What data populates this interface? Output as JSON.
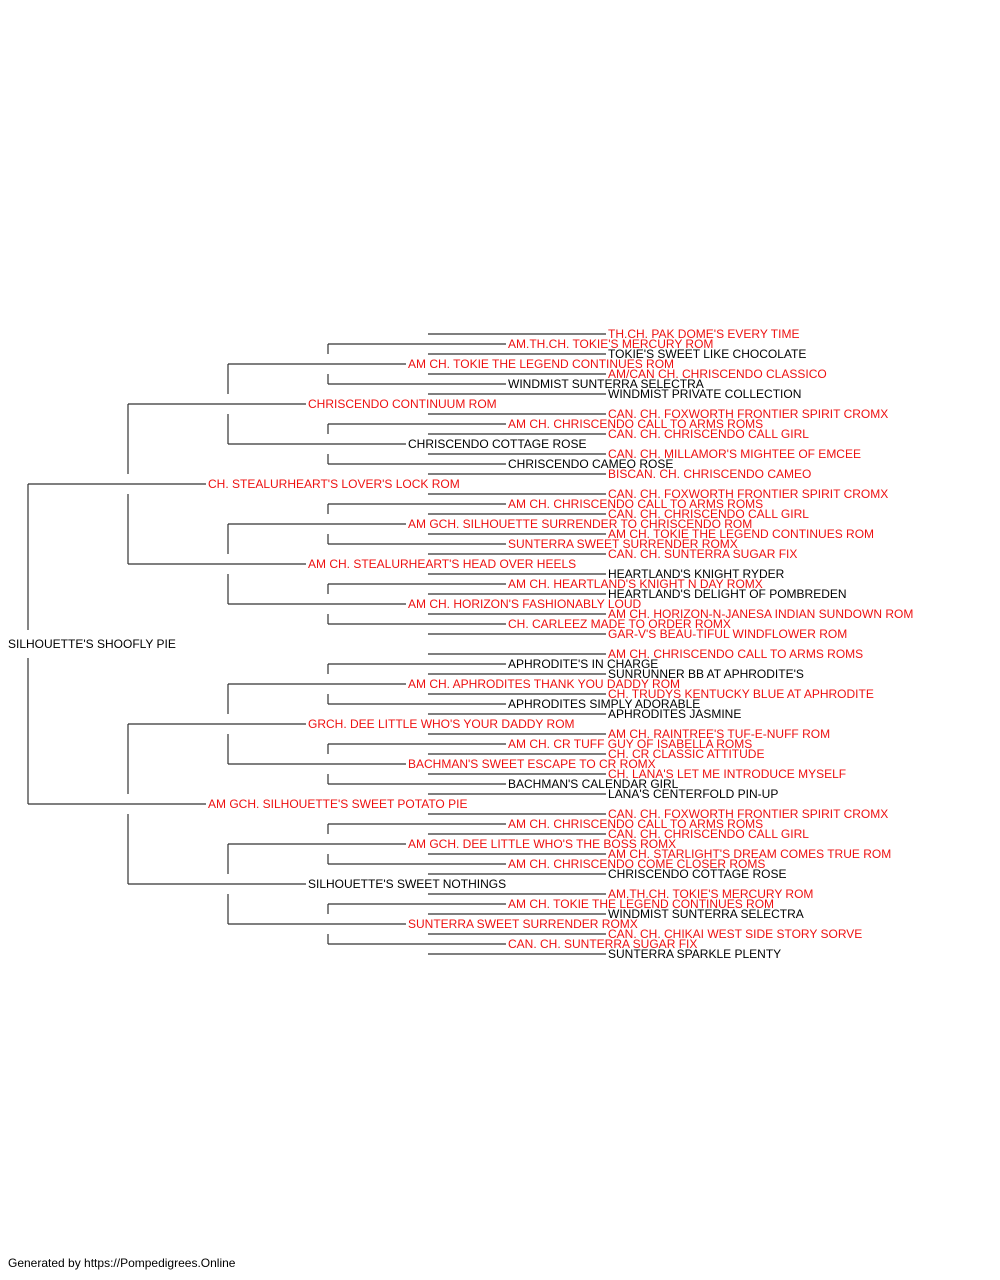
{
  "colors": {
    "titled": "#ee1111",
    "plain": "#000000",
    "line": "#333333"
  },
  "pedigree": {
    "name": "SILHOUETTE'S SHOOFLY PIE",
    "titled": false,
    "sire": {
      "name": "CH. STEALURHEART'S LOVER'S LOCK ROM",
      "titled": true,
      "sire": {
        "name": "CHRISCENDO CONTINUUM ROM",
        "titled": true,
        "sire": {
          "name": "AM CH. TOKIE THE LEGEND CONTINUES ROM",
          "titled": true,
          "sire": {
            "name": "AM.TH.CH. TOKIE'S MERCURY ROM",
            "titled": true,
            "sire": {
              "name": "TH.CH. PAK DOME'S EVERY TIME",
              "titled": true
            },
            "dam": {
              "name": "TOKIE'S SWEET LIKE CHOCOLATE",
              "titled": false
            }
          },
          "dam": {
            "name": "WINDMIST SUNTERRA SELECTRA",
            "titled": false,
            "sire": {
              "name": "AM/CAN CH. CHRISCENDO CLASSICO",
              "titled": true
            },
            "dam": {
              "name": "WINDMIST PRIVATE COLLECTION",
              "titled": false
            }
          }
        },
        "dam": {
          "name": "CHRISCENDO COTTAGE ROSE",
          "titled": false,
          "sire": {
            "name": "AM CH. CHRISCENDO CALL TO ARMS ROMS",
            "titled": true,
            "sire": {
              "name": "CAN. CH. FOXWORTH FRONTIER SPIRIT CROMX",
              "titled": true
            },
            "dam": {
              "name": "CAN. CH. CHRISCENDO CALL GIRL",
              "titled": true
            }
          },
          "dam": {
            "name": "CHRISCENDO CAMEO ROSE",
            "titled": false,
            "sire": {
              "name": "CAN. CH. MILLAMOR'S MIGHTEE OF EMCEE",
              "titled": true
            },
            "dam": {
              "name": "BISCAN. CH. CHRISCENDO CAMEO",
              "titled": true
            }
          }
        }
      },
      "dam": {
        "name": "AM CH. STEALURHEART'S HEAD OVER HEELS",
        "titled": true,
        "sire": {
          "name": "AM GCH. SILHOUETTE SURRENDER TO CHRISCENDO ROM",
          "titled": true,
          "sire": {
            "name": "AM CH. CHRISCENDO CALL TO ARMS ROMS",
            "titled": true,
            "sire": {
              "name": "CAN. CH. FOXWORTH FRONTIER SPIRIT CROMX",
              "titled": true
            },
            "dam": {
              "name": "CAN. CH. CHRISCENDO CALL GIRL",
              "titled": true
            }
          },
          "dam": {
            "name": "SUNTERRA SWEET SURRENDER ROMX",
            "titled": true,
            "sire": {
              "name": "AM CH. TOKIE THE LEGEND CONTINUES ROM",
              "titled": true
            },
            "dam": {
              "name": "CAN. CH. SUNTERRA SUGAR FIX",
              "titled": true
            }
          }
        },
        "dam": {
          "name": "AM CH. HORIZON'S FASHIONABLY LOUD",
          "titled": true,
          "sire": {
            "name": "AM CH. HEARTLAND'S KNIGHT N DAY ROMX",
            "titled": true,
            "sire": {
              "name": "HEARTLAND'S KNIGHT RYDER",
              "titled": false
            },
            "dam": {
              "name": "HEARTLAND'S DELIGHT OF POMBREDEN",
              "titled": false
            }
          },
          "dam": {
            "name": "CH. CARLEEZ MADE TO ORDER ROMX",
            "titled": true,
            "sire": {
              "name": "AM CH. HORIZON-N-JANESA INDIAN SUNDOWN ROM",
              "titled": true
            },
            "dam": {
              "name": "GAR-V'S BEAU-TIFUL WINDFLOWER ROM",
              "titled": true
            }
          }
        }
      }
    },
    "dam": {
      "name": "AM GCH. SILHOUETTE'S SWEET POTATO PIE",
      "titled": true,
      "sire": {
        "name": "GRCH. DEE LITTLE WHO'S YOUR DADDY ROM",
        "titled": true,
        "sire": {
          "name": "AM CH. APHRODITES THANK YOU DADDY ROM",
          "titled": true,
          "sire": {
            "name": "APHRODITE'S IN CHARGE",
            "titled": false,
            "sire": {
              "name": "AM CH. CHRISCENDO CALL TO ARMS ROMS",
              "titled": true
            },
            "dam": {
              "name": "SUNRUNNER BB AT APHRODITE'S",
              "titled": false
            }
          },
          "dam": {
            "name": "APHRODITES SIMPLY ADORABLE",
            "titled": false,
            "sire": {
              "name": "CH. TRUDYS KENTUCKY BLUE AT APHRODITE",
              "titled": true
            },
            "dam": {
              "name": "APHRODITES JASMINE",
              "titled": false
            }
          }
        },
        "dam": {
          "name": "BACHMAN'S SWEET ESCAPE TO CR ROMX",
          "titled": true,
          "sire": {
            "name": "AM CH. CR TUFF GUY OF ISABELLA ROMS",
            "titled": true,
            "sire": {
              "name": "AM CH. RAINTREE'S TUF-E-NUFF ROM",
              "titled": true
            },
            "dam": {
              "name": "CH. CR CLASSIC ATTITUDE",
              "titled": true
            }
          },
          "dam": {
            "name": "BACHMAN'S CALENDAR GIRL",
            "titled": false,
            "sire": {
              "name": "CH. LANA'S LET ME INTRODUCE MYSELF",
              "titled": true
            },
            "dam": {
              "name": "LANA'S CENTERFOLD PIN-UP",
              "titled": false
            }
          }
        }
      },
      "dam": {
        "name": "SILHOUETTE'S SWEET NOTHINGS",
        "titled": false,
        "sire": {
          "name": "AM GCH. DEE LITTLE WHO'S THE BOSS ROMX",
          "titled": true,
          "sire": {
            "name": "AM CH. CHRISCENDO CALL TO ARMS ROMS",
            "titled": true,
            "sire": {
              "name": "CAN. CH. FOXWORTH FRONTIER SPIRIT CROMX",
              "titled": true
            },
            "dam": {
              "name": "CAN. CH. CHRISCENDO CALL GIRL",
              "titled": true
            }
          },
          "dam": {
            "name": "AM CH. CHRISCENDO COME CLOSER ROMS",
            "titled": true,
            "sire": {
              "name": "AM CH. STARLIGHT'S DREAM COMES TRUE ROM",
              "titled": true
            },
            "dam": {
              "name": "CHRISCENDO COTTAGE ROSE",
              "titled": false
            }
          }
        },
        "dam": {
          "name": "SUNTERRA SWEET SURRENDER ROMX",
          "titled": true,
          "sire": {
            "name": "AM CH. TOKIE THE LEGEND CONTINUES ROM",
            "titled": true,
            "sire": {
              "name": "AM.TH.CH. TOKIE'S MERCURY ROM",
              "titled": true
            },
            "dam": {
              "name": "WINDMIST SUNTERRA SELECTRA",
              "titled": false
            }
          },
          "dam": {
            "name": "CAN. CH. SUNTERRA SUGAR FIX",
            "titled": true,
            "sire": {
              "name": "CAN. CH. CHIKAI WEST SIDE STORY SORVE",
              "titled": true
            },
            "dam": {
              "name": "SUNTERRA SPARKLE PLENTY",
              "titled": false
            }
          }
        }
      }
    }
  },
  "footer": {
    "text": "Generated by https://Pompedigrees.Online"
  }
}
